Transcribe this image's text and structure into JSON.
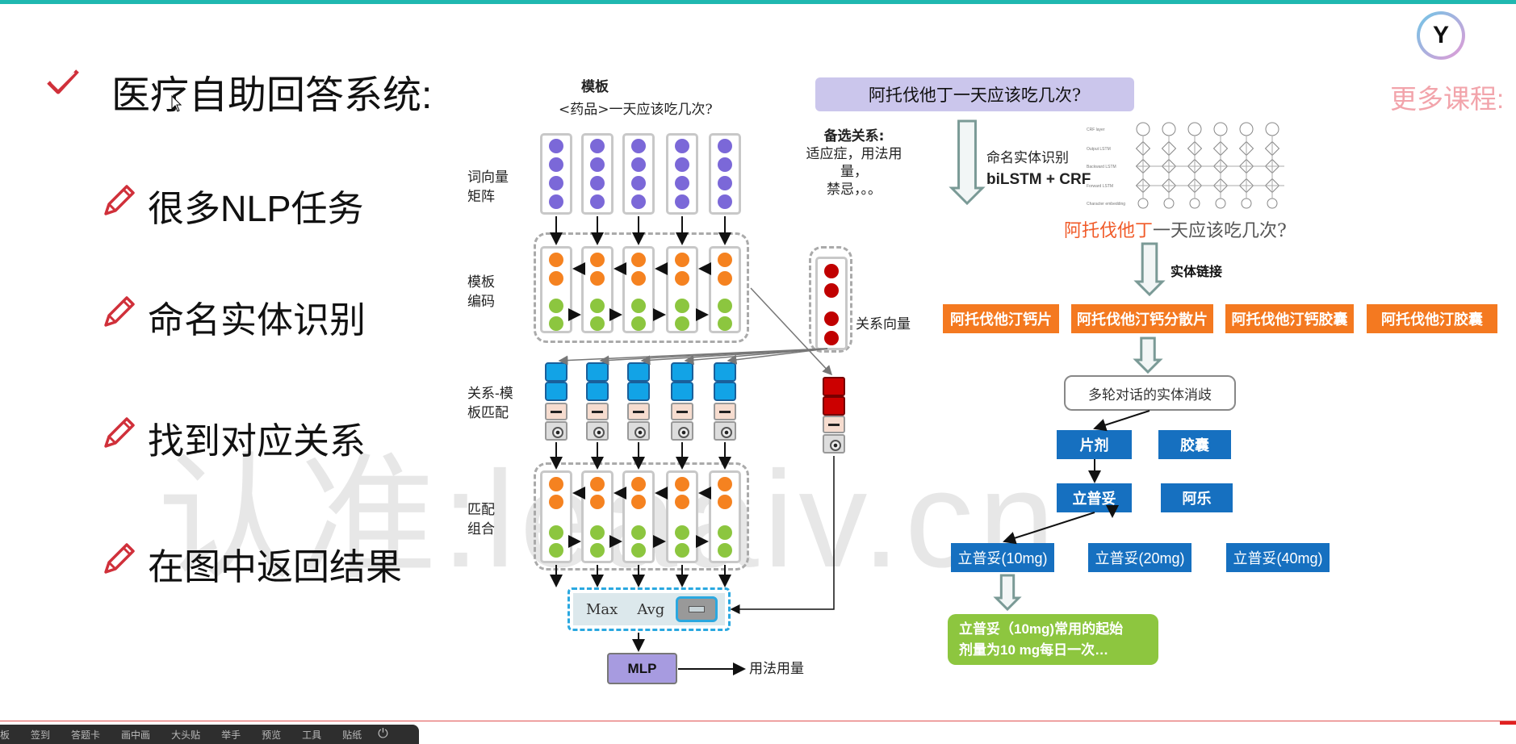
{
  "slide": {
    "title": "医疗自助回答系统:",
    "bullets": [
      "很多NLP任务",
      "命名实体识别",
      "找到对应关系",
      "在图中返回结果"
    ],
    "watermark": "认准:leaaiv.cn",
    "more_courses": "更多课程:"
  },
  "left_diagram": {
    "template_title": "模板",
    "template_text": "<药品>一天应该吃几次?",
    "candidate_title": "备选关系:",
    "candidate_text1": "适应症，用法用量，",
    "candidate_text2": "禁忌，。。",
    "label_word_vec1": "词向量",
    "label_word_vec2": "矩阵",
    "label_encode1": "模板",
    "label_encode2": "编码",
    "label_match1": "关系-模",
    "label_match2": "板匹配",
    "label_combine1": "匹配",
    "label_combine2": "组合",
    "label_relation": "关系向量",
    "pool_max": "Max",
    "pool_avg": "Avg",
    "mlp": "MLP",
    "output": "用法用量"
  },
  "right_diagram": {
    "query": "阿托伐他丁一天应该吃几次?",
    "ner_title": "命名实体识别",
    "ner_model": "biLSTM + CRF",
    "entity": "阿托伐他丁",
    "rest": "一天应该吃几次?",
    "linking": "实体链接",
    "candidates": [
      "阿托伐他汀钙片",
      "阿托伐他汀钙分散片",
      "阿托伐他汀钙胶囊",
      "阿托伐他汀胶囊"
    ],
    "disambig": "多轮对话的实体消歧",
    "form1": "片剂",
    "form2": "胶囊",
    "brand1": "立普妥",
    "brand2": "阿乐",
    "doses": [
      "立普妥(10mg)",
      "立普妥(20mg)",
      "立普妥(40mg)"
    ],
    "answer1": "立普妥（10mg)常用的起始",
    "answer2": "剂量为10 mg每日一次…"
  },
  "toolbar": {
    "items": [
      "板",
      "签到",
      "答题卡",
      "画中画",
      "大头贴",
      "举手",
      "预览",
      "工具",
      "贴纸"
    ]
  },
  "colors": {
    "accent": "#1fb8b0",
    "orange": "#f47920",
    "blue": "#1670c0",
    "green": "#8dc63f",
    "lavender": "#cbc6ec"
  }
}
